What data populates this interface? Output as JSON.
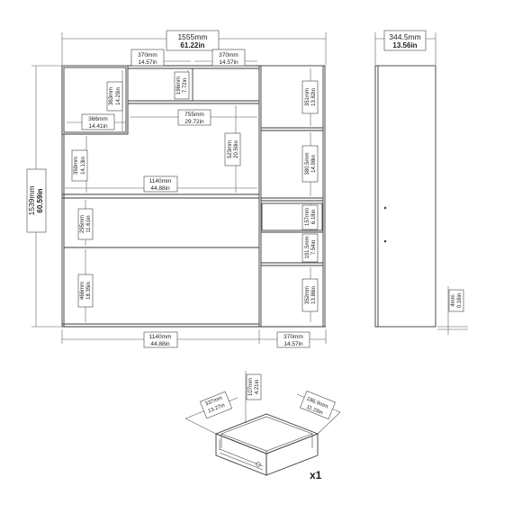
{
  "overall": {
    "width_mm": "1555mm",
    "width_in": "61.22in",
    "height_mm": "1539mm",
    "height_in": "60.59in"
  },
  "side": {
    "depth_mm": "344.5mm",
    "depth_in": "13.56in",
    "foot_mm": "4mm",
    "foot_in": "0.16in"
  },
  "top_cubbies": [
    {
      "mm": "370mm",
      "in": "14.57in"
    },
    {
      "mm": "370mm",
      "in": "14.57in"
    }
  ],
  "top_shelf_height": {
    "mm": "196mm",
    "in": "7.72in"
  },
  "left_box": {
    "w_mm": "366mm",
    "w_in": "14.41in",
    "h_mm": "363mm",
    "h_in": "14.29in"
  },
  "mid_shelf": {
    "w_mm": "755mm",
    "w_in": "29.72in",
    "h_mm": "523mm",
    "h_in": "20.59in"
  },
  "left_open": {
    "mm": "359mm",
    "in": "14.13in"
  },
  "desk": {
    "w_mm": "1140mm",
    "w_in": "44.88in"
  },
  "right_column": [
    {
      "mm": "351mm",
      "in": "13.82in"
    },
    {
      "mm": "380.5mm",
      "in": "14.98in"
    },
    {
      "mm": "157mm",
      "in": "6.18in"
    },
    {
      "mm": "191.5mm",
      "in": "7.54in"
    },
    {
      "mm": "352mm",
      "in": "13.86in"
    }
  ],
  "lower_left": [
    {
      "mm": "295mm",
      "in": "11.61in"
    },
    {
      "mm": "466mm",
      "in": "18.35in"
    }
  ],
  "bottom": {
    "left_mm": "1140mm",
    "left_in": "44.88in",
    "right_mm": "370mm",
    "right_in": "14.57in"
  },
  "drawer": {
    "depth_mm": "337mm",
    "depth_in": "13.27in",
    "height_mm": "107mm",
    "height_in": "4.21in",
    "width_mm": "286.9mm",
    "width_in": "11.29in",
    "quantity": "x1"
  }
}
